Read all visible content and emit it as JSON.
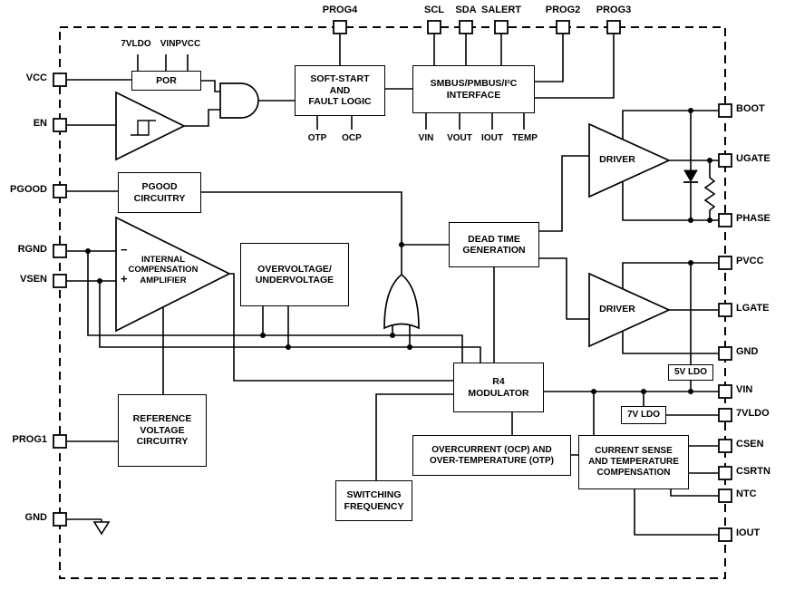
{
  "pins": {
    "top": [
      "PROG4",
      "SCL",
      "SDA",
      "SALERT",
      "PROG2",
      "PROG3"
    ],
    "left": [
      "VCC",
      "EN",
      "PGOOD",
      "RGND",
      "VSEN",
      "PROG1",
      "GND"
    ],
    "right": [
      "BOOT",
      "UGATE",
      "PHASE",
      "PVCC",
      "LGATE",
      "GND",
      "VIN",
      "7VLDO",
      "CSEN",
      "CSRTN",
      "NTC",
      "IOUT"
    ]
  },
  "blocks": {
    "por": "POR",
    "soft_start": "SOFT-START\nAND\nFAULT LOGIC",
    "smbus": "SMBUS/PMBUS/I²C\nINTERFACE",
    "pgood": "PGOOD\nCIRCUITRY",
    "amp": "INTERNAL\nCOMPENSATION\nAMPLIFIER",
    "ovuv": "OVERVOLTAGE/\nUNDERVOLTAGE",
    "deadtime": "DEAD TIME\nGENERATION",
    "driver_top": "DRIVER",
    "driver_bottom": "DRIVER",
    "r4": "R4\nMODULATOR",
    "ref": "REFERENCE\nVOLTAGE\nCIRCUITRY",
    "ocp": "OVERCURRENT (OCP) AND\nOVER-TEMPERATURE (OTP)",
    "swfreq": "SWITCHING\nFREQUENCY",
    "cs": "CURRENT SENSE\nAND TEMPERATURE\nCOMPENSATION",
    "ldo5": "5V LDO",
    "ldo7": "7V LDO"
  },
  "sublabels": {
    "por_inputs": [
      "7VLDO",
      "VINPVCC"
    ],
    "fault_flags": [
      "OTP",
      "OCP"
    ],
    "telemetry": [
      "VIN",
      "VOUT",
      "IOUT",
      "TEMP"
    ]
  },
  "signs": {
    "amp_minus": "−",
    "amp_plus": "+"
  }
}
